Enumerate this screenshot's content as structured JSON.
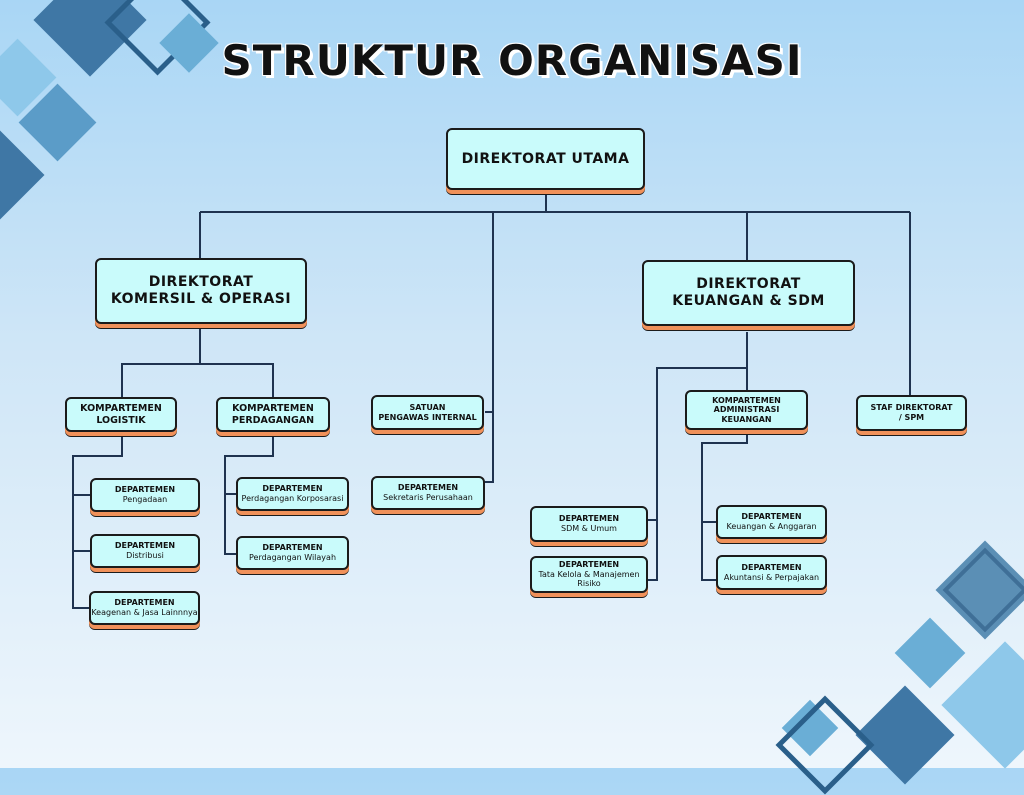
{
  "title": "STRUKTUR ORGANISASI",
  "colors": {
    "box_fill": "#c9fbfb",
    "box_shadow": "#f0915a",
    "line": "#1f3350"
  },
  "nodes": {
    "utama": {
      "line1": "DIREKTORAT UTAMA"
    },
    "komersil": {
      "line1": "DIREKTORAT",
      "line2": "KOMERSIL & OPERASI"
    },
    "keuangan": {
      "line1": "DIREKTORAT",
      "line2": "KEUANGAN & SDM"
    },
    "logistik": {
      "line1": "KOMPARTEMEN",
      "line2": "LOGISTIK"
    },
    "perdagangan": {
      "line1": "KOMPARTEMEN",
      "line2": "PERDAGANGAN"
    },
    "spi": {
      "line1": "SATUAN",
      "line2": "PENGAWAS INTERNAL"
    },
    "administrasi": {
      "line1": "KOMPARTEMEN",
      "line2": "ADMINISTRASI",
      "line3": "KEUANGAN"
    },
    "staf": {
      "line1": "STAF DIREKTORAT",
      "line2": "/ SPM"
    },
    "pengadaan": {
      "line1": "DEPARTEMEN",
      "line2": "Pengadaan"
    },
    "distribusi": {
      "line1": "DEPARTEMEN",
      "line2": "Distribusi"
    },
    "keagenan": {
      "line1": "DEPARTEMEN",
      "line2": "Keagenan & Jasa Lainnnya"
    },
    "korporasi": {
      "line1": "DEPARTEMEN",
      "line2": "Perdagangan Korposarasi"
    },
    "wilayah": {
      "line1": "DEPARTEMEN",
      "line2": "Perdagangan Wilayah"
    },
    "sekretaris": {
      "line1": "DEPARTEMEN",
      "line2": "Sekretaris Perusahaan"
    },
    "sdm": {
      "line1": "DEPARTEMEN",
      "line2": "SDM & Umum"
    },
    "tatakelola": {
      "line1": "DEPARTEMEN",
      "line2": "Tata Kelola & Manajemen",
      "line3": "Risiko"
    },
    "anggaran": {
      "line1": "DEPARTEMEN",
      "line2": "Keuangan & Anggaran"
    },
    "akuntansi": {
      "line1": "DEPARTEMEN",
      "line2": "Akuntansi & Perpajakan"
    }
  }
}
